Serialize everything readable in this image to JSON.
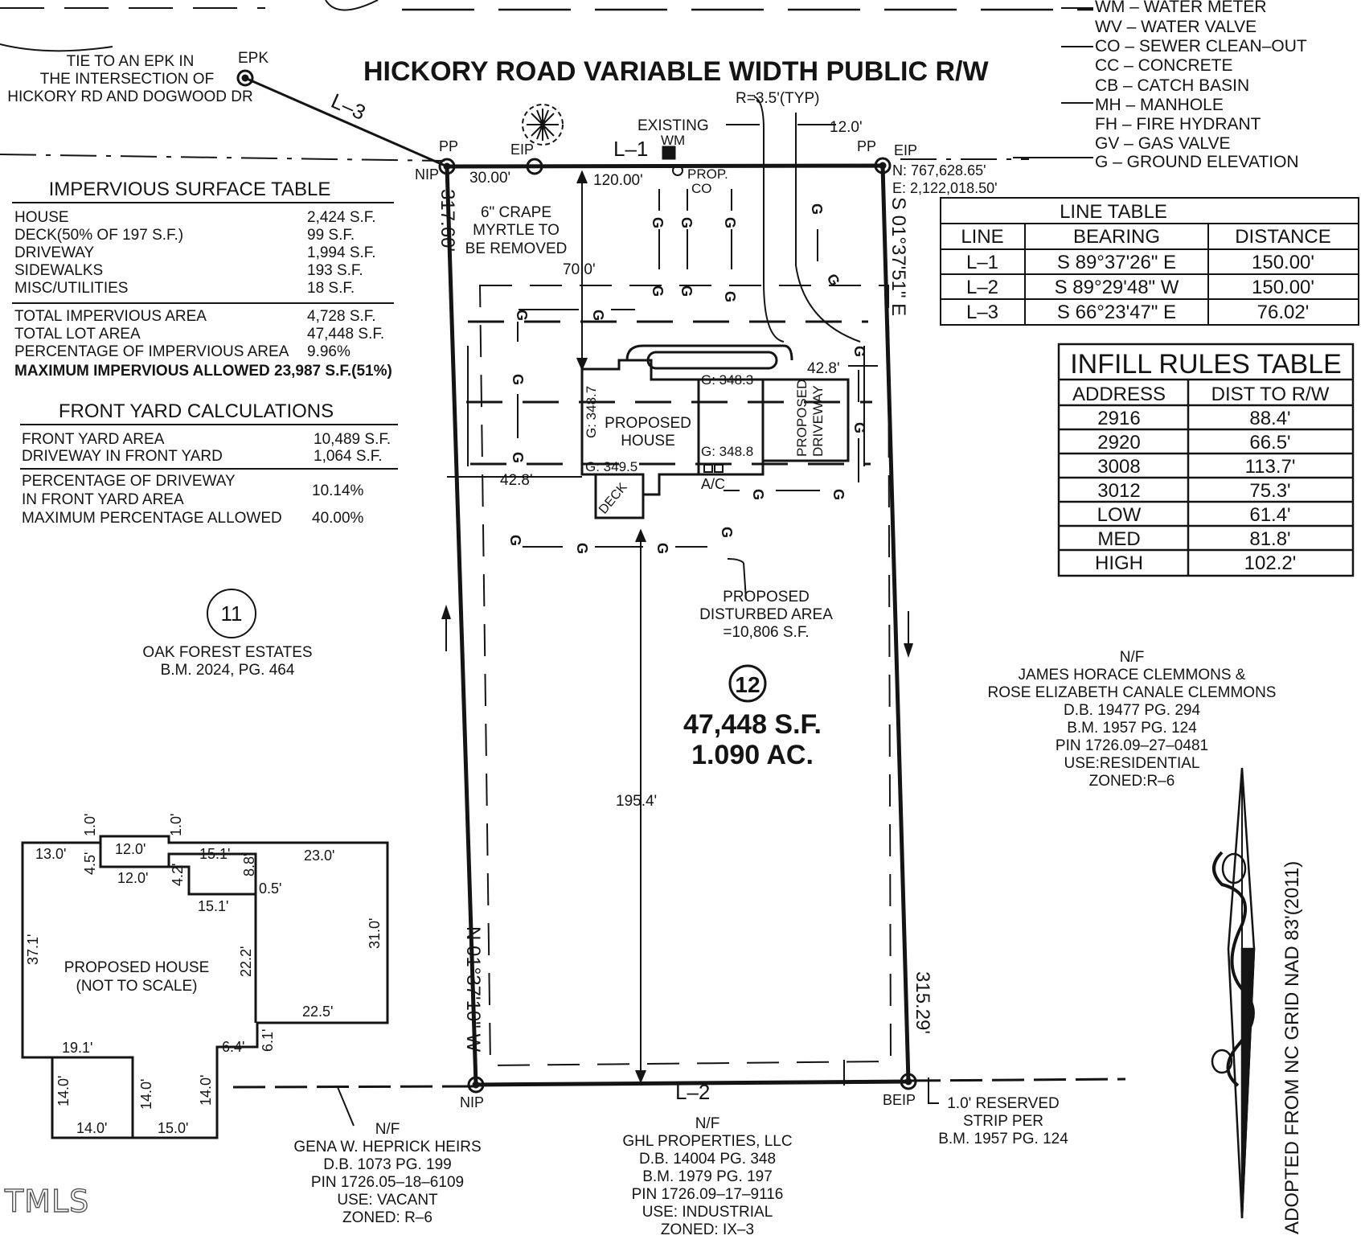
{
  "title": "HICKORY ROAD VARIABLE WIDTH PUBLIC R/W",
  "radius_note": "R=3.5'(TYP)",
  "tie_note": [
    "TIE TO AN EPK IN",
    "THE INTERSECTION OF",
    "HICKORY RD AND DOGWOOD DR"
  ],
  "legend": [
    "WM – WATER METER",
    "WV – WATER VALVE",
    "CO – SEWER CLEAN–OUT",
    "CC – CONCRETE",
    "CB – CATCH BASIN",
    "MH – MANHOLE",
    "FH – FIRE HYDRANT",
    "GV – GAS VALVE",
    "G – GROUND ELEVATION"
  ],
  "impervious_table": {
    "title": "IMPERVIOUS SURFACE TABLE",
    "rows": [
      [
        "HOUSE",
        "2,424 S.F."
      ],
      [
        "DECK(50% OF 197 S.F.)",
        "99 S.F."
      ],
      [
        "DRIVEWAY",
        "1,994 S.F."
      ],
      [
        "SIDEWALKS",
        "193 S.F."
      ],
      [
        "MISC/UTILITIES",
        "18 S.F."
      ]
    ],
    "totals": [
      [
        "TOTAL IMPERVIOUS AREA",
        "4,728 S.F."
      ],
      [
        "TOTAL LOT AREA",
        "47,448 S.F."
      ],
      [
        "PERCENTAGE OF IMPERVIOUS AREA",
        "9.96%"
      ]
    ],
    "max_line": "MAXIMUM IMPERVIOUS ALLOWED 23,987 S.F.(51%)"
  },
  "front_yard": {
    "title": "FRONT YARD CALCULATIONS",
    "rows": [
      [
        "FRONT YARD AREA",
        "10,489 S.F."
      ],
      [
        "DRIVEWAY IN FRONT YARD",
        "1,064 S.F."
      ]
    ],
    "pct_label": [
      "PERCENTAGE OF DRIVEWAY",
      "IN FRONT YARD AREA"
    ],
    "pct_value": "10.14%",
    "max_label": "MAXIMUM PERCENTAGE ALLOWED",
    "max_value": "40.00%"
  },
  "line_table": {
    "title": "LINE TABLE",
    "headers": [
      "LINE",
      "BEARING",
      "DISTANCE"
    ],
    "rows": [
      [
        "L–1",
        "S 89°37'26\" E",
        "150.00'"
      ],
      [
        "L–2",
        "S 89°29'48\" W",
        "150.00'"
      ],
      [
        "L–3",
        "S 66°23'47\" E",
        "76.02'"
      ]
    ]
  },
  "infill_table": {
    "title": "INFILL RULES TABLE",
    "headers": [
      "ADDRESS",
      "DIST TO R/W"
    ],
    "rows": [
      [
        "2916",
        "88.4'"
      ],
      [
        "2920",
        "66.5'"
      ],
      [
        "3008",
        "113.7'"
      ],
      [
        "3012",
        "75.3'"
      ],
      [
        "LOW",
        "61.4'"
      ],
      [
        "MED",
        "81.8'"
      ],
      [
        "HIGH",
        "102.2'"
      ]
    ]
  },
  "lot": {
    "number": "12",
    "area_sf": "47,448 S.F.",
    "area_ac": "1.090 AC."
  },
  "labels": {
    "epk": "EPK",
    "l3": "L–3",
    "l1": "L–1",
    "l2": "L–2",
    "pp_left": "PP",
    "pp_right": "PP",
    "eip_top": "EIP",
    "eip_right": "EIP",
    "nip_top": "NIP",
    "nip_bottom": "NIP",
    "beip": "BEIP",
    "dist_30": "30.00'",
    "dist_120": "120.00'",
    "dist_12": "12.0'",
    "dist_70": "70.0'",
    "dist_195": "195.4'",
    "dist_428_right": "42.8'",
    "dist_428_left": "42.8'",
    "existing_wm": [
      "EXISTING",
      "WM"
    ],
    "prop_co": [
      "PROP.",
      "CO"
    ],
    "northing": "N: 767,628.65'",
    "easting": "E: 2,122,018.50'",
    "bearing_east": "S 01°37'51\" E",
    "bearing_west": "N 01°37'10\" W",
    "dist_west": "317.60'",
    "dist_east": "315.29'",
    "crape": [
      "6\" CRAPE",
      "MYRTLE TO",
      "BE REMOVED"
    ],
    "proposed_house": [
      "PROPOSED",
      "HOUSE"
    ],
    "proposed_driveway": [
      "PROPOSED",
      "DRIVEWAY"
    ],
    "g_3487": "G: 348.7",
    "g_3483": "G: 348.3",
    "g_3488": "G: 348.8",
    "g_3495": "G: 349.5",
    "deck": "DECK",
    "ac": "A/C",
    "disturbed": [
      "PROPOSED",
      "DISTURBED AREA",
      "=10,806 S.F."
    ],
    "g_marker": "G",
    "reserved": [
      "1.0' RESERVED",
      "STRIP PER",
      "B.M. 1957 PG. 124"
    ],
    "north_note": "ADOPTED FROM NC GRID NAD 83'(2011)"
  },
  "neighbors": {
    "lot11": {
      "number": "11",
      "lines": [
        "OAK FOREST ESTATES",
        "B.M. 2024, PG. 464"
      ]
    },
    "clemmons": [
      "N/F",
      "JAMES HORACE CLEMMONS &",
      "ROSE ELIZABETH CANALE CLEMMONS",
      "D.B. 19477 PG. 294",
      "B.M. 1957 PG. 124",
      "PIN 1726.09–27–0481",
      "USE:RESIDENTIAL",
      "ZONED:R–6"
    ],
    "heprick": [
      "N/F",
      "GENA W. HEPRICK HEIRS",
      "D.B. 1073 PG. 199",
      "PIN 1726.05–18–6109",
      "USE: VACANT",
      "ZONED: R–6"
    ],
    "ghl": [
      "N/F",
      "GHL PROPERTIES, LLC",
      "D.B. 14004 PG. 348",
      "B.M. 1979 PG. 197",
      "PIN 1726.09–17–9116",
      "USE: INDUSTRIAL",
      "ZONED: IX–3"
    ]
  },
  "house_sketch": {
    "title": [
      "PROPOSED HOUSE",
      "(NOT TO SCALE)"
    ],
    "dims": [
      "13.0'",
      "4.5'",
      "1.0'",
      "12.0'",
      "1.0'",
      "15.1'",
      "8.8'",
      "23.0'",
      "12.0'",
      "4.2'",
      "0.5'",
      "15.1'",
      "37.1'",
      "22.2'",
      "31.0'",
      "22.5'",
      "19.1'",
      "6.4'",
      "6.1'",
      "14.0'",
      "14.0'",
      "14.0'",
      "14.0'",
      "15.0'"
    ]
  },
  "watermark": "TMLS"
}
